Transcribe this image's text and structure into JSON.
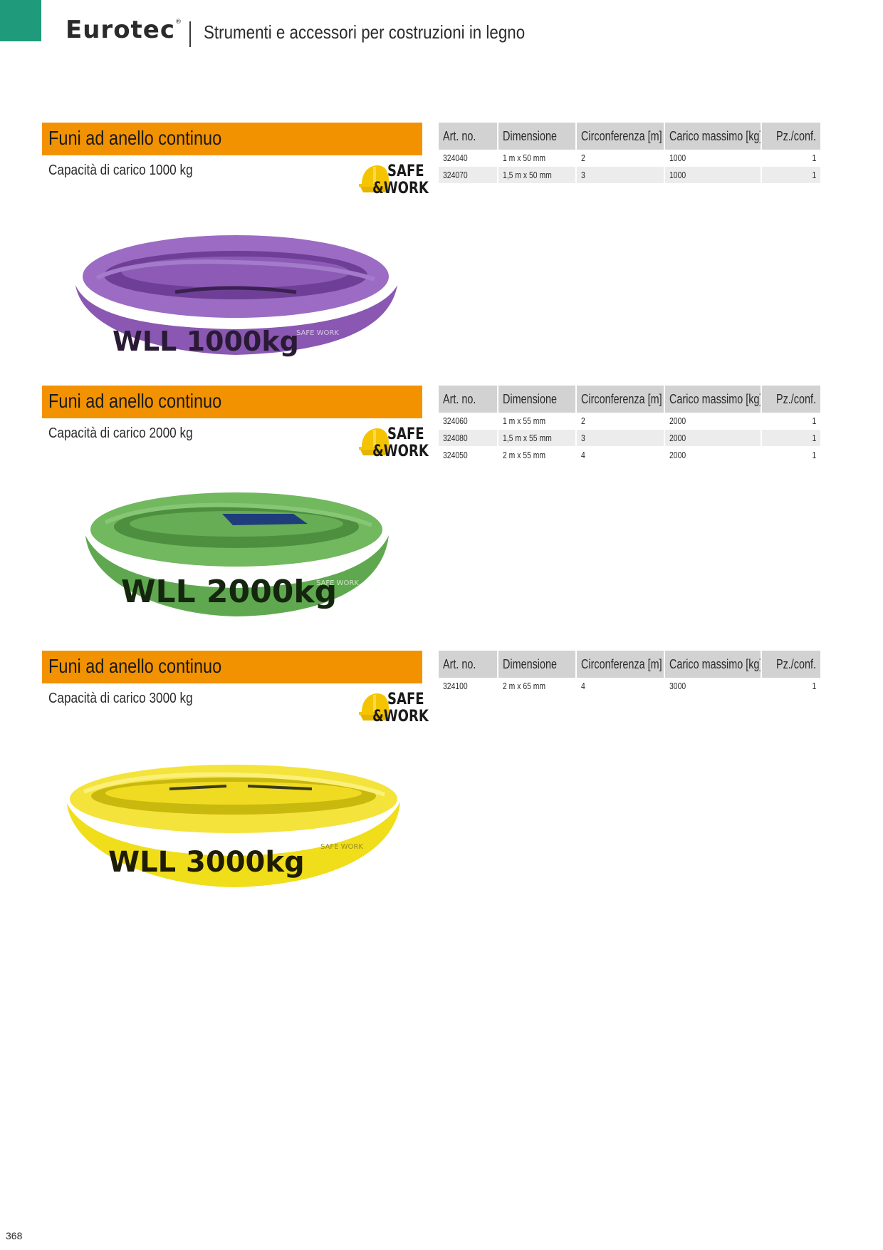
{
  "header": {
    "brand": "Eurotec",
    "registered_mark": "®",
    "subtitle": "Strumenti e accessori per costruzioni in legno"
  },
  "colors": {
    "brand_green": "#1f9a7b",
    "section_orange": "#f39200",
    "table_header_gray": "#d2d2d2",
    "sling_1000": "#8a58b3",
    "sling_2000": "#5fa84f",
    "sling_3000": "#f0de1a"
  },
  "table_headers": {
    "art_no": "Art. no.",
    "dimension": "Dimensione",
    "circumference": "Circonferenza [m]",
    "max_load": "Carico massimo [kg]",
    "pcs": "Pz./conf."
  },
  "safe_logo": {
    "line1": "SAFE",
    "line2": "&WORK",
    "icon": "helmet-icon"
  },
  "sections": [
    {
      "title": "Funi ad anello continuo",
      "capacity": "Capacità di carico 1000 kg",
      "sling_label": "WLL 1000kg",
      "sling_logo": "SAFE WORK",
      "rows": [
        {
          "art": "324040",
          "dim": "1 m x 50 mm",
          "circ": "2",
          "load": "1000",
          "pcs": "1"
        },
        {
          "art": "324070",
          "dim": "1,5 m x 50 mm",
          "circ": "3",
          "load": "1000",
          "pcs": "1"
        }
      ]
    },
    {
      "title": "Funi ad anello continuo",
      "capacity": "Capacità di carico 2000 kg",
      "sling_label": "WLL 2000kg",
      "sling_logo": "SAFE WORK",
      "rows": [
        {
          "art": "324060",
          "dim": "1 m x 55 mm",
          "circ": "2",
          "load": "2000",
          "pcs": "1"
        },
        {
          "art": "324080",
          "dim": "1,5 m x 55 mm",
          "circ": "3",
          "load": "2000",
          "pcs": "1"
        },
        {
          "art": "324050",
          "dim": "2 m x 55 mm",
          "circ": "4",
          "load": "2000",
          "pcs": "1"
        }
      ]
    },
    {
      "title": "Funi ad anello continuo",
      "capacity": "Capacità di carico 3000 kg",
      "sling_label": "WLL 3000kg",
      "sling_logo": "SAFE WORK",
      "rows": [
        {
          "art": "324100",
          "dim": "2 m x 65 mm",
          "circ": "4",
          "load": "3000",
          "pcs": "1"
        }
      ]
    }
  ],
  "footer": {
    "page_number": "368"
  }
}
